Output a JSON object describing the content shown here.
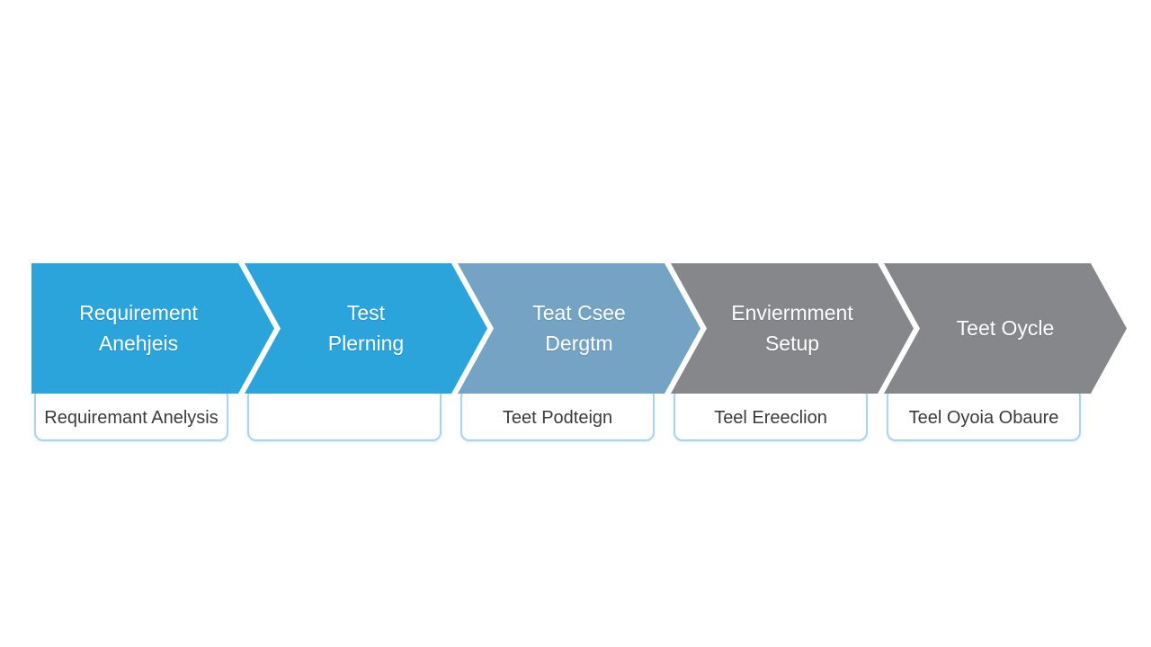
{
  "diagram": {
    "name": "software-testing-process-flow",
    "colors": {
      "blue": "#2BA3DB",
      "steel_blue": "#74A3C4",
      "gray": "#85878A",
      "caption_border": "#aad5ea",
      "caption_text": "#3b3b3b",
      "arrow_text": "#ffffff"
    },
    "steps": [
      {
        "label": "Requirement\nAnehjeis",
        "caption": "Requiremant Anelysis",
        "color": "#2BA3DB"
      },
      {
        "label": "Test\nPlerning",
        "caption": "",
        "color": "#2BA3DB"
      },
      {
        "label": "Teat Csee\nDergtm",
        "caption": "Teet Podteign",
        "color": "#74A3C4"
      },
      {
        "label": "Enviermment\nSetup",
        "caption": "Teel Ereeclion",
        "color": "#85878A"
      },
      {
        "label": "Teet Oycle",
        "caption": "Teel Oyoia Obaure",
        "color": "#85878A"
      }
    ]
  }
}
